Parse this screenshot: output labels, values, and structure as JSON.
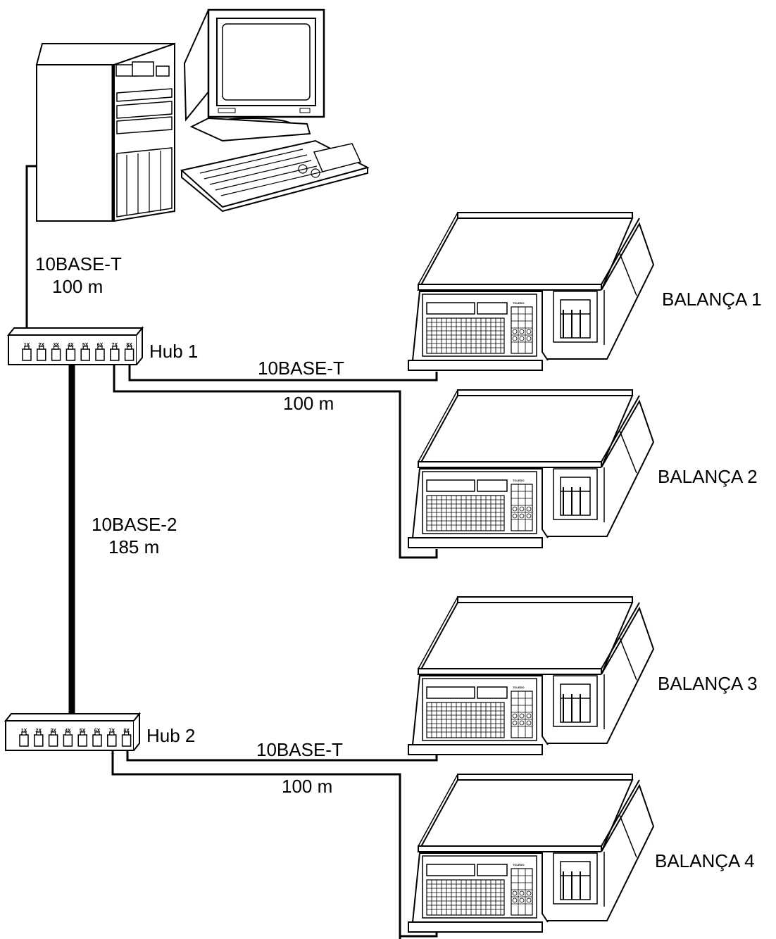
{
  "labels": {
    "pc_link_type": "10BASE-T",
    "pc_link_length": "100 m",
    "hub1": "Hub 1",
    "hub2": "Hub 2",
    "hub1_link_type": "10BASE-T",
    "hub1_link_length": "100 m",
    "backbone_type": "10BASE-2",
    "backbone_length": "185 m",
    "hub2_link_type": "10BASE-T",
    "hub2_link_length": "100 m",
    "scale1": "BALANÇA 1",
    "scale2": "BALANÇA 2",
    "scale3": "BALANÇA 3",
    "scale4": "BALANÇA 4"
  },
  "hub_ports": [
    "1X",
    "2X",
    "3X",
    "4X",
    "5X",
    "6X",
    "7X",
    "8X"
  ],
  "colors": {
    "line": "#000000",
    "background": "#ffffff"
  }
}
